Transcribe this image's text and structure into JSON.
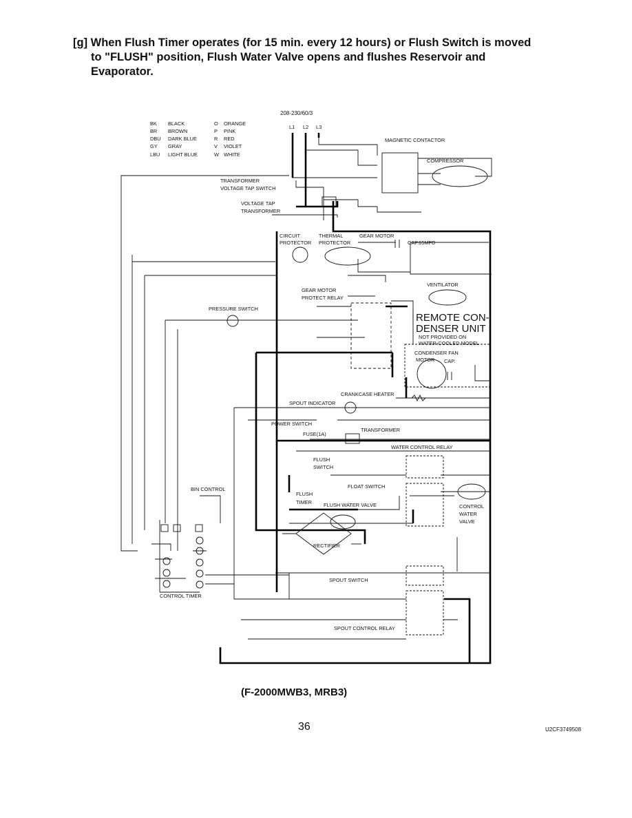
{
  "heading": {
    "line1": "[g] When Flush Timer operates (for 15 min. every 12 hours) or Flush Switch is moved",
    "line2": "to \"FLUSH\" position, Flush Water Valve opens and flushes Reservoir and",
    "line3": "Evaporator."
  },
  "diagram": {
    "supply": "208-230/60/3",
    "lines": [
      "L1",
      "L2",
      "L3"
    ],
    "legend": [
      {
        "code": "BK",
        "color": "BLACK"
      },
      {
        "code": "BR",
        "color": "BROWN"
      },
      {
        "code": "DBU",
        "color": "DARK BLUE"
      },
      {
        "code": "GY",
        "color": "GRAY"
      },
      {
        "code": "LBU",
        "color": "LIGHT BLUE"
      },
      {
        "code": "O",
        "color": "ORANGE"
      },
      {
        "code": "P",
        "color": "PINK"
      },
      {
        "code": "R",
        "color": "RED"
      },
      {
        "code": "V",
        "color": "VIOLET"
      },
      {
        "code": "W",
        "color": "WHITE"
      }
    ],
    "labels": {
      "magnetic_contactor": "MAGNETIC CONTACTOR",
      "compressor": "COMPRESSOR",
      "transformer": "TRANSFORMER",
      "voltage_tap_switch": "VOLTAGE TAP SWITCH",
      "voltage_tap": "VOLTAGE TAP",
      "transformer2": "TRANSFORMER",
      "circuit": "CIRCUIT",
      "protector": "PROTECTOR",
      "thermal": "THERMAL",
      "protector2": "PROTECTOR",
      "gear_motor": "GEAR MOTOR",
      "cap65": "CAP.65MFD",
      "gear_motor2": "GEAR MOTOR",
      "protect_relay": "PROTECT RELAY",
      "ventilator": "VENTILATOR",
      "pressure_switch": "PRESSURE SWITCH",
      "remote_con": "REMOTE CON-",
      "denser_unit": "DENSER UNIT",
      "not_provided": "NOT PROVIDED ON",
      "water_cooled": "WATER-COOLED MODEL",
      "condenser_fan": "CONDENSER FAN",
      "motor": "MOTOR",
      "cap": "CAP.",
      "crankcase_heater": "CRANKCASE HEATER",
      "spout_indicator": "SPOUT INDICATOR",
      "power_switch": "POWER SWITCH",
      "fuse": "FUSE(1A)",
      "transformer3": "TRANSFORMER",
      "water_control_relay": "WATER CONTROL RELAY",
      "flush": "FLUSH",
      "switch": "SWITCH",
      "float_switch": "FLOAT SWITCH",
      "flush_timer1": "FLUSH",
      "flush_timer2": "TIMER",
      "flush_water_valve": "FLUSH WATER VALVE",
      "control": "CONTROL",
      "water": "WATER",
      "valve": "VALVE",
      "bin_control": "BIN CONTROL",
      "rectifier": "RECTIFIER",
      "control_timer": "CONTROL TIMER",
      "spout_switch": "SPOUT SWITCH",
      "spout_control_relay": "SPOUT CONTROL RELAY"
    }
  },
  "footer": {
    "model": "(F-2000MWB3, MRB3)",
    "page": "36",
    "doc_id": "U2CF3749508"
  }
}
